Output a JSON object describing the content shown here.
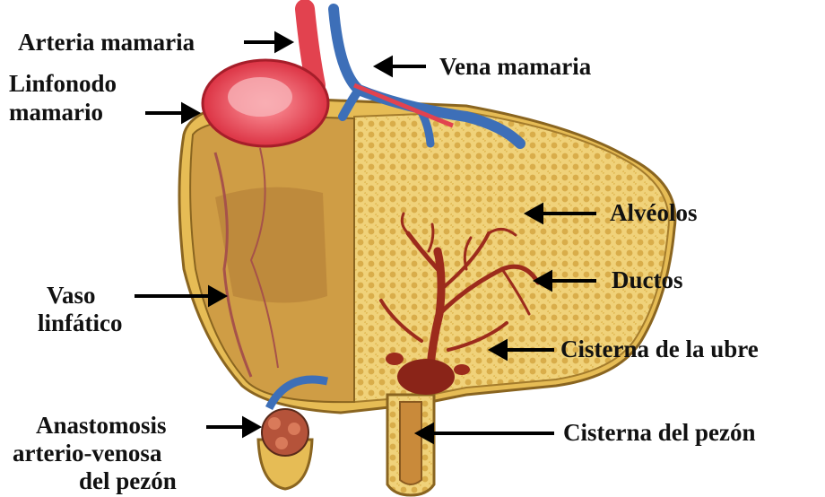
{
  "labels": {
    "arteria_mamaria": "Arteria mamaria",
    "vena_mamaria": "Vena mamaria",
    "linfonodo_line1": "Linfonodo",
    "linfonodo_line2": "mamario",
    "alveolos": "Alvéolos",
    "ductos": "Ductos",
    "vaso_line1": "Vaso",
    "vaso_line2": "linfático",
    "cisterna_ubre": "Cisterna de la ubre",
    "anastomosis_line1": "Anastomosis",
    "anastomosis_line2": "arterio-venosa",
    "anastomosis_line3": "del pezón",
    "cisterna_pezon": "Cisterna del pezón"
  },
  "colors": {
    "tissue": "#e8c25c",
    "tissue_dark": "#b58a2e",
    "artery": "#e2424f",
    "vein": "#3d6fb8",
    "duct": "#9c2b1c",
    "arrow": "#000000"
  }
}
